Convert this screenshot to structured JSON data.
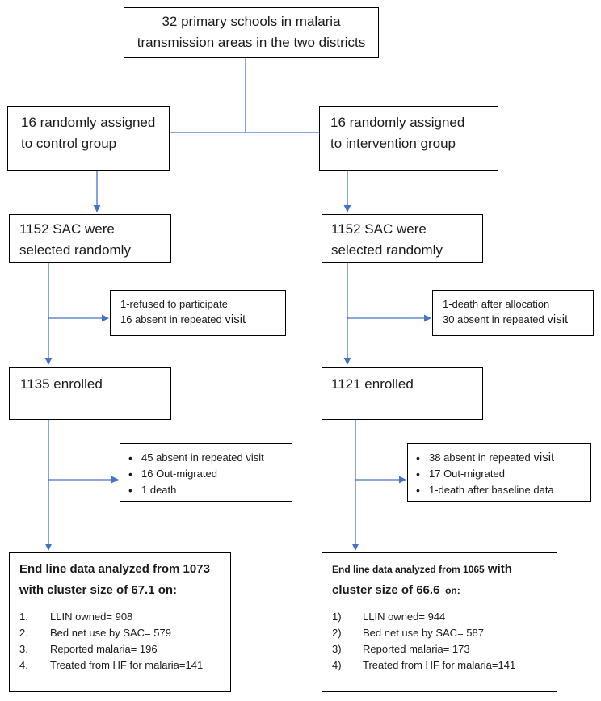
{
  "top": {
    "line1": "32 primary schools in malaria",
    "line2": "transmission areas in the two districts"
  },
  "control": {
    "assign_line1": "16 randomly assigned",
    "assign_line2": "to control group",
    "select_line1": "1152 SAC were",
    "select_line2": "selected randomly",
    "loss1_line1": "1-refused to participate",
    "loss1_line2_a": "16 absent in repeated ",
    "loss1_line2_b": "visit",
    "enrolled": "1135 enrolled",
    "loss2": [
      "45 absent in repeated visit",
      "16 Out-migrated",
      "1 death"
    ],
    "final_line1": "End line data analyzed from 1073",
    "final_line2_a": "with cluster size of 67.1",
    "final_line2_b": " on:",
    "results": [
      {
        "num": "1.",
        "text": "LLIN owned= 908"
      },
      {
        "num": "2.",
        "text": "Bed net use by SAC= 579"
      },
      {
        "num": "3.",
        "text": "Reported malaria= 196"
      },
      {
        "num": "4.",
        "text": "Treated from HF for malaria=141"
      }
    ]
  },
  "intervention": {
    "assign_line1": "16 randomly assigned",
    "assign_line2": "to intervention group",
    "select_line1": "1152 SAC were",
    "select_line2": "selected randomly",
    "loss1_line1": "1-death after allocation",
    "loss1_line2_a": "30 absent in repeated ",
    "loss1_line2_b": "visit",
    "enrolled": "1121 enrolled",
    "loss2_1a": "38 absent in repeated ",
    "loss2_1b": "visit",
    "loss2_2": "17 Out-migrated",
    "loss2_3": "1-death after baseline data",
    "final_line1_a": "End line data analyzed from 1065",
    "final_line1_b": " with",
    "final_line2_a": "cluster size of 66.6",
    "final_line2_b": "  on:",
    "results": [
      {
        "num": "1)",
        "text": "LLIN owned= 944"
      },
      {
        "num": "2)",
        "text": "Bed net use by SAC= 587"
      },
      {
        "num": "3)",
        "text": "Reported malaria= 173"
      },
      {
        "num": "4)",
        "text": "Treated from HF for malaria=141"
      }
    ]
  },
  "colors": {
    "connector": "#4472C4",
    "border": "#000000"
  }
}
